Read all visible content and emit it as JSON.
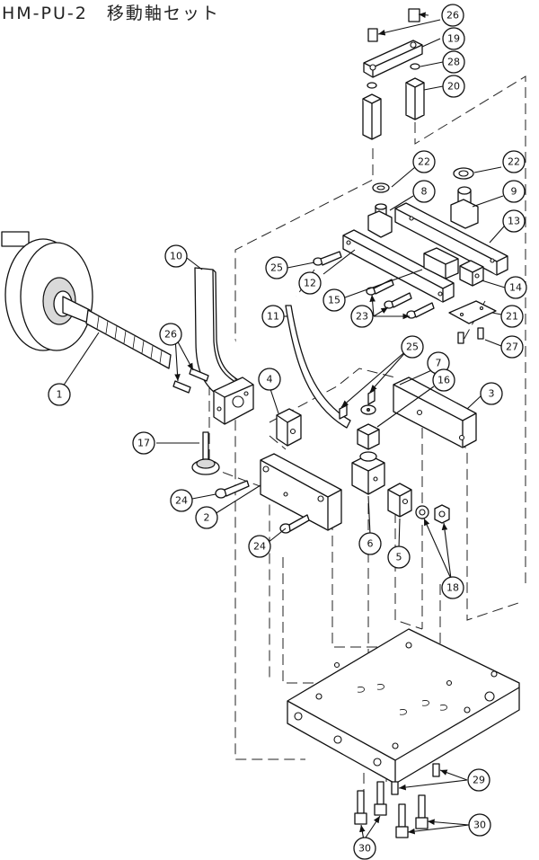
{
  "title": "HM-PU-2　移動軸セット",
  "callouts": [
    "1",
    "2",
    "3",
    "4",
    "5",
    "6",
    "7",
    "8",
    "9",
    "10",
    "11",
    "12",
    "13",
    "14",
    "15",
    "16",
    "17",
    "18",
    "19",
    "20",
    "21",
    "22",
    "22",
    "23",
    "24",
    "24",
    "25",
    "25",
    "26",
    "26",
    "27",
    "28",
    "29",
    "30",
    "30"
  ]
}
